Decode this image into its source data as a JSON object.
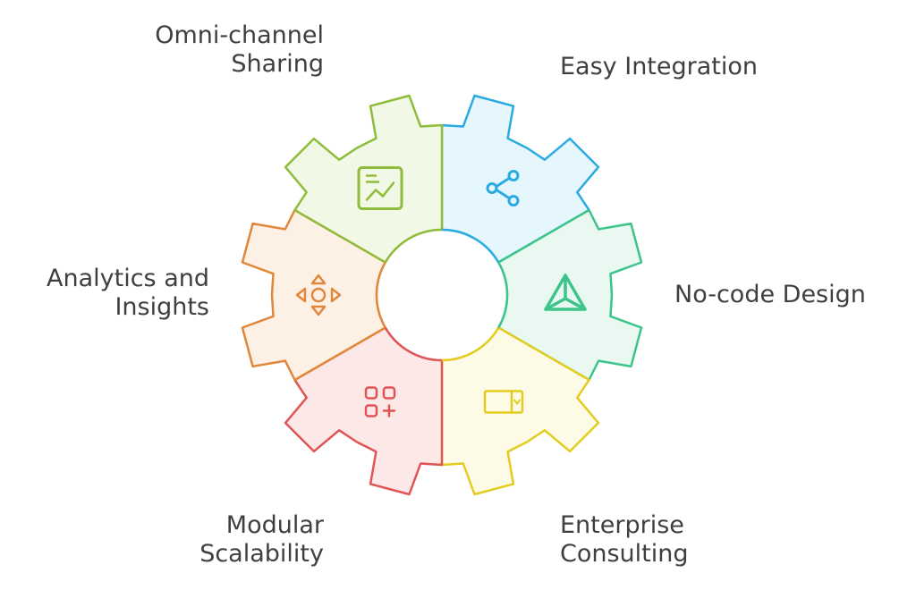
{
  "diagram": {
    "type": "gear",
    "segments": [
      {
        "id": "omni",
        "lines": [
          "Omni-channel",
          "Sharing"
        ],
        "icon": "share-icon",
        "stroke": "#29abe2",
        "fill": "#e6f6fd"
      },
      {
        "id": "integration",
        "lines": [
          "Easy Integration"
        ],
        "icon": "prism-icon",
        "stroke": "#3cc48a",
        "fill": "#e9f8f0"
      },
      {
        "id": "nocode",
        "lines": [
          "No-code Design"
        ],
        "icon": "dropdown-field-icon",
        "stroke": "#e3cc1f",
        "fill": "#fdfbe6"
      },
      {
        "id": "consulting",
        "lines": [
          "Enterprise",
          "Consulting"
        ],
        "icon": "add-grid-icon",
        "stroke": "#e05454",
        "fill": "#fde8e8"
      },
      {
        "id": "scalability",
        "lines": [
          "Modular",
          "Scalability"
        ],
        "icon": "move-arrows-icon",
        "stroke": "#e0873a",
        "fill": "#fdf1e6"
      },
      {
        "id": "analytics",
        "lines": [
          "Analytics and",
          "Insights"
        ],
        "icon": "chart-board-icon",
        "stroke": "#8fbc3a",
        "fill": "#f2f8e6"
      }
    ]
  }
}
